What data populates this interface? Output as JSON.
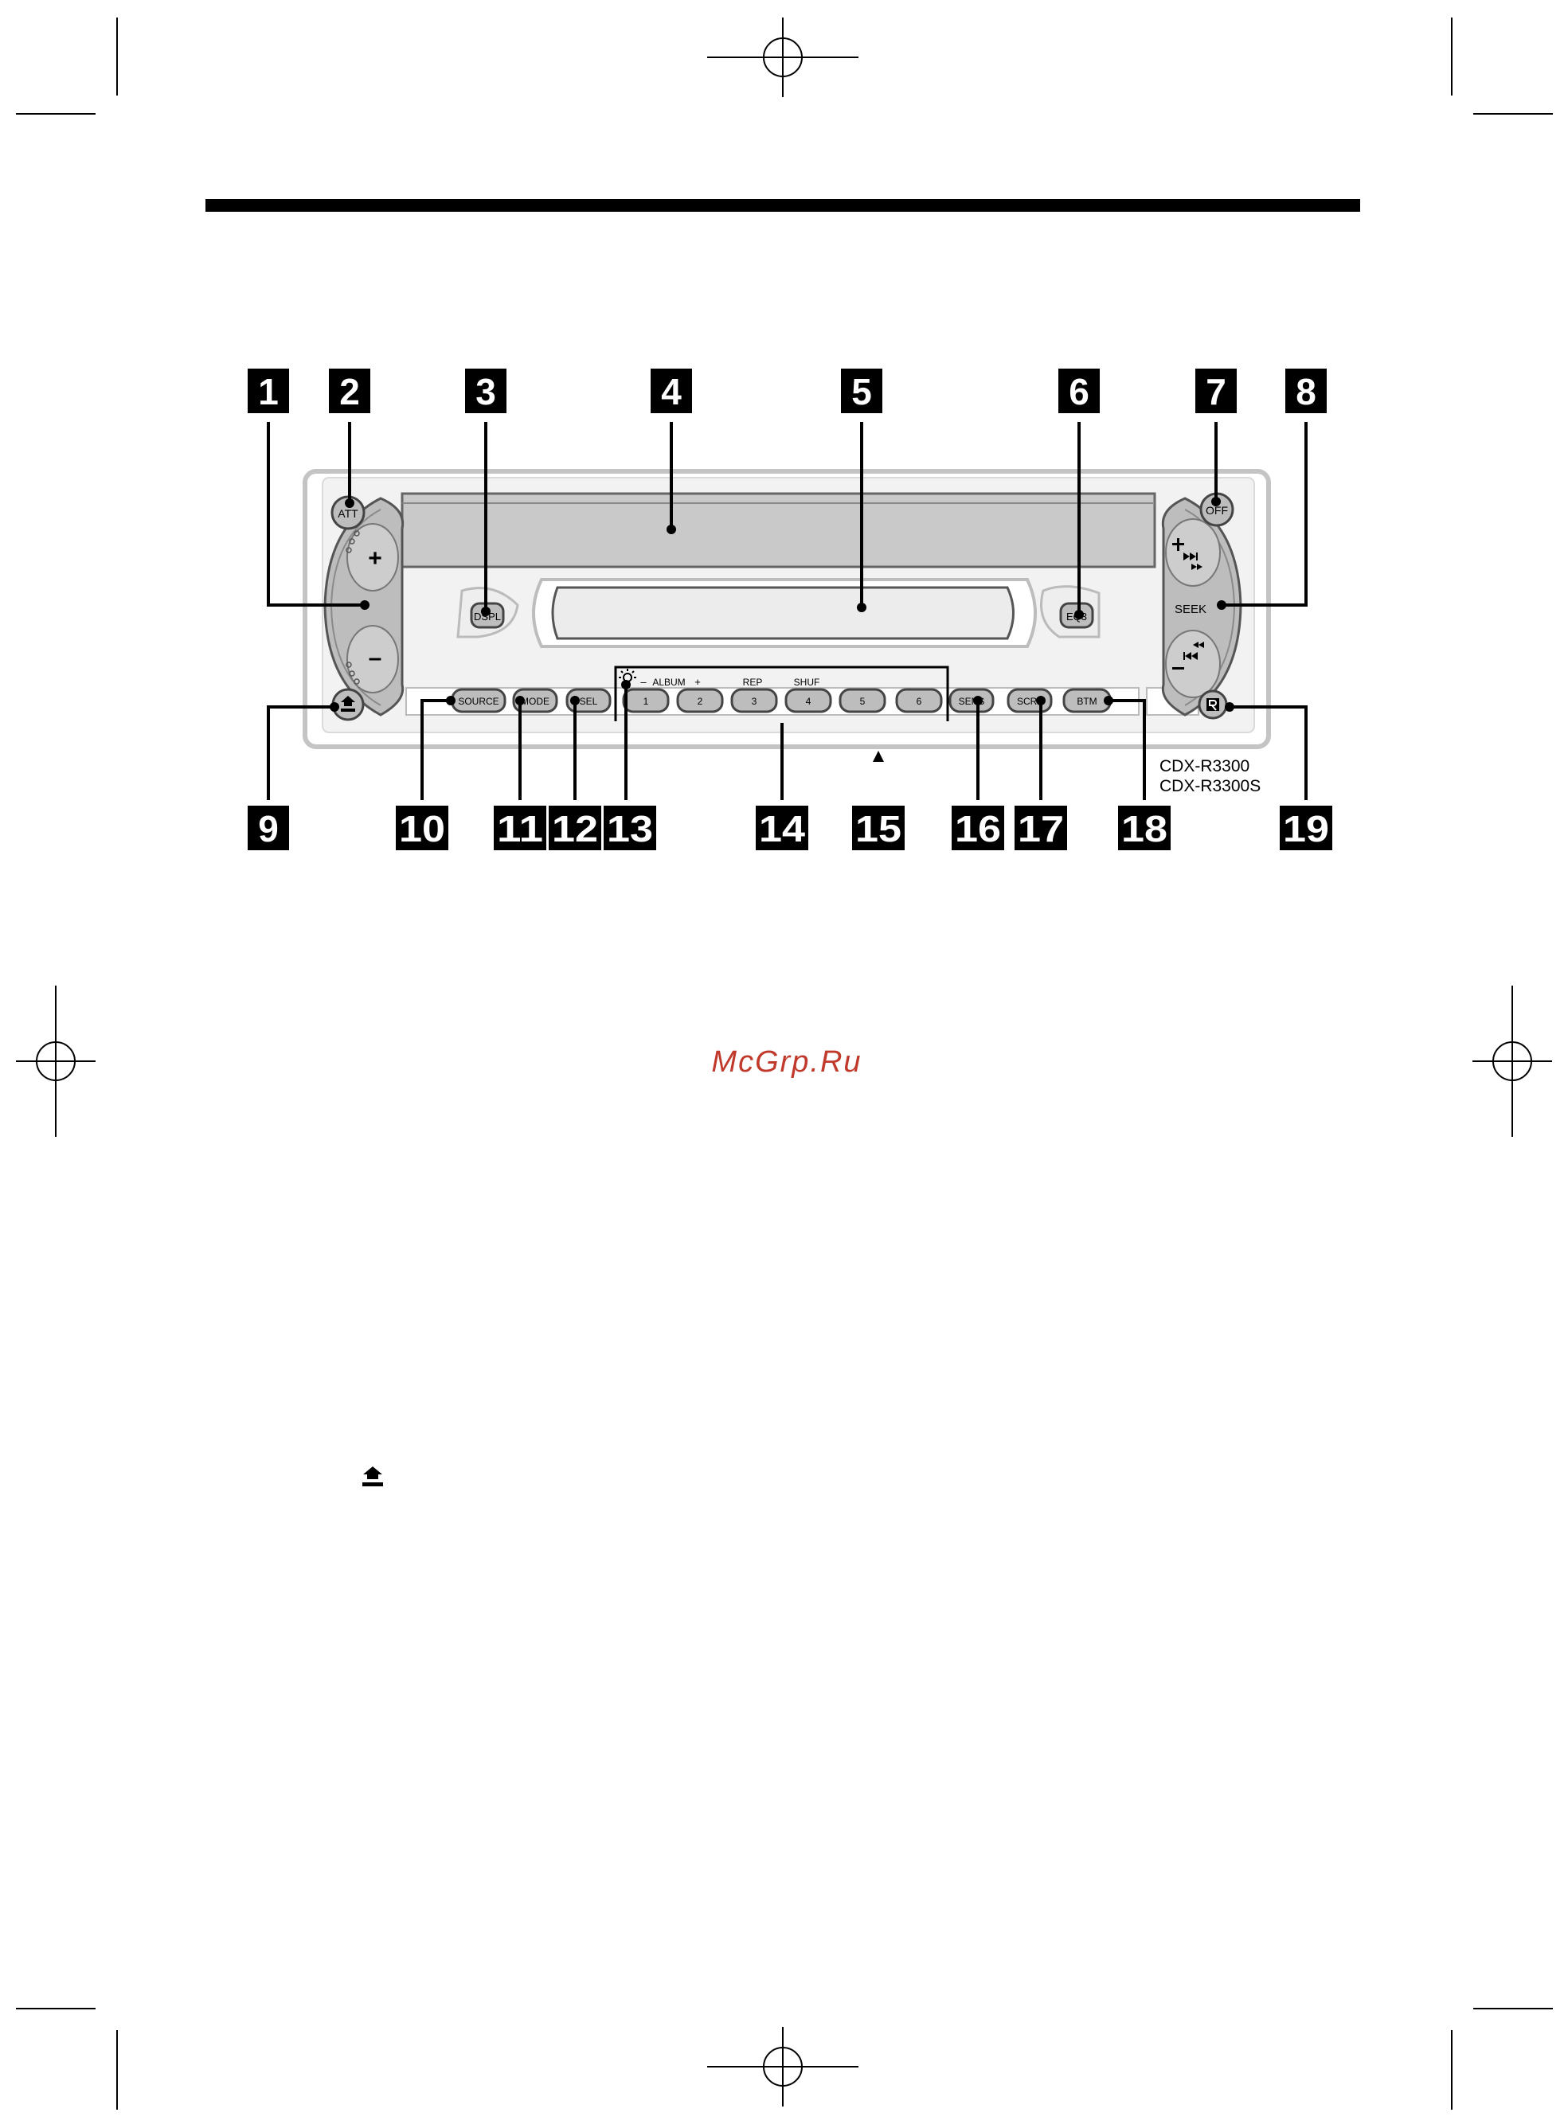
{
  "callouts": [
    "1",
    "2",
    "3",
    "4",
    "5",
    "6",
    "7",
    "8",
    "9",
    "10",
    "11",
    "12",
    "13",
    "14",
    "15",
    "16",
    "17",
    "18",
    "19"
  ],
  "buttons": {
    "att": "ATT",
    "off": "OFF",
    "dspl": "DSPL",
    "eq3": "EQ3",
    "seek": "SEEK",
    "source": "SOURCE",
    "mode": "MODE",
    "sel": "SEL",
    "sens": "SENS",
    "scrl": "SCRL",
    "btm": "BTM"
  },
  "preset_buttons": [
    "1",
    "2",
    "3",
    "4",
    "5",
    "6"
  ],
  "preset_labels": {
    "minus": "–",
    "album": "ALBUM",
    "plus": "+",
    "rep": "REP",
    "shuf": "SHUF"
  },
  "volume_symbols": {
    "plus": "+",
    "minus": "–"
  },
  "models": [
    "CDX-R3300",
    "CDX-R3300S"
  ],
  "watermark": "McGrp.Ru",
  "colors": {
    "rule": "#000000",
    "panel": "#e2e2e2",
    "button": "#bdbdbd",
    "callout_bg": "#000000",
    "watermark": "#c0392b"
  },
  "icons": [
    "release-icon",
    "reset-icon",
    "dimmer-icon"
  ]
}
